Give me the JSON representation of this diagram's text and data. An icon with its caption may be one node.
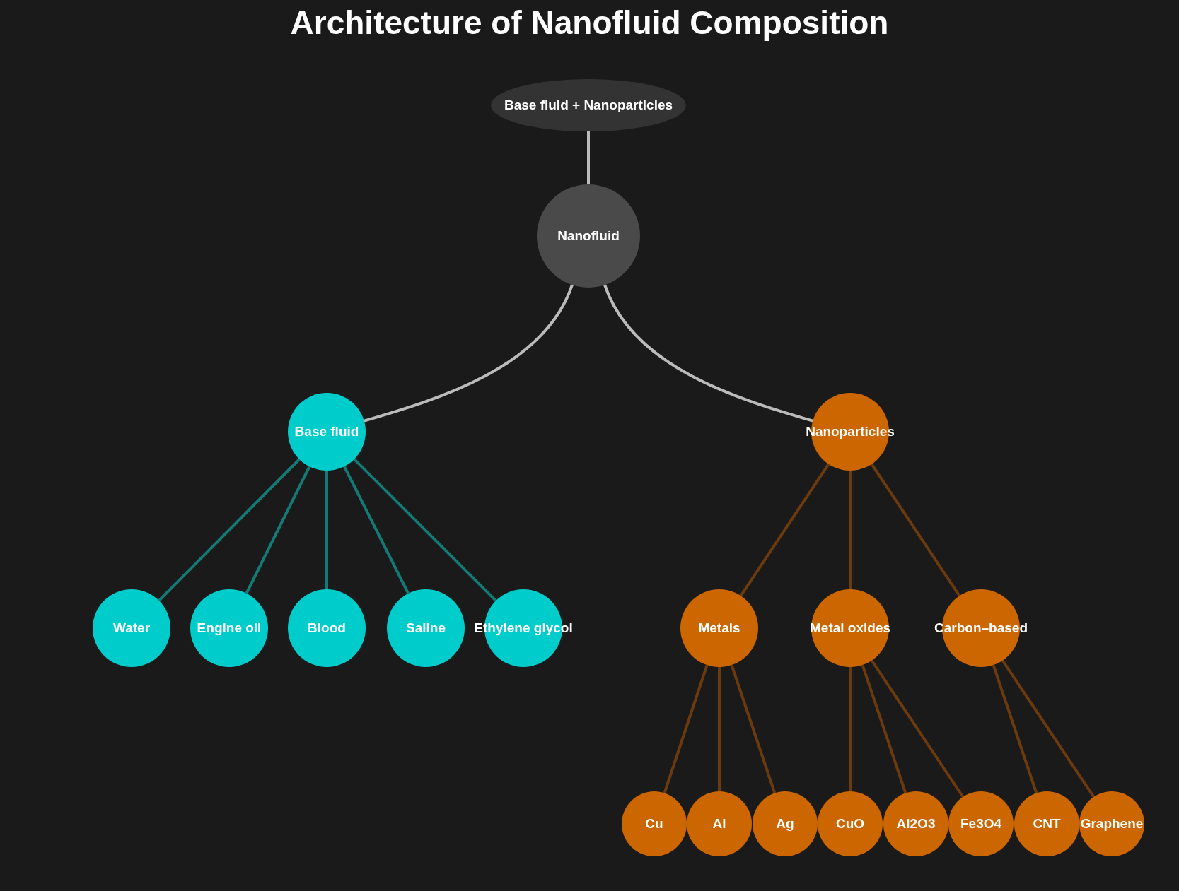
{
  "diagram": {
    "title": "Architecture of Nanofluid Composition",
    "nodes": [
      {
        "text": [
          "Base fluid + Nanoparticles"
        ]
      },
      {
        "text": [
          "Nanofluid"
        ]
      },
      {
        "text": [
          "Base fluid"
        ]
      },
      {
        "text": [
          "Nanoparticles"
        ]
      },
      {
        "text": [
          "Water"
        ]
      },
      {
        "text": [
          "Engine oil"
        ]
      },
      {
        "text": [
          "Blood"
        ]
      },
      {
        "text": [
          "Saline"
        ]
      },
      {
        "text": [
          "Ethylene glycol"
        ]
      },
      {
        "text": [
          "Metals"
        ]
      },
      {
        "text": [
          "Metal oxides"
        ]
      },
      {
        "text": [
          "Carbon–based"
        ]
      },
      {
        "text": [
          "Cu"
        ]
      },
      {
        "text": [
          "Al"
        ]
      },
      {
        "text": [
          "Ag"
        ]
      },
      {
        "text": [
          "CuO"
        ]
      },
      {
        "text": [
          "Al2O3"
        ]
      },
      {
        "text": [
          "Fe3O4"
        ]
      },
      {
        "text": [
          "CNT"
        ]
      },
      {
        "text": [
          "Graphene"
        ]
      }
    ],
    "edges": [
      {
        "from": 0,
        "to": 1,
        "arrow": "none",
        "color": "#bbbbbb"
      },
      {
        "from": 1,
        "to": 2,
        "arrow": "none",
        "color": "#bbbbbb"
      },
      {
        "from": 1,
        "to": 3,
        "arrow": "none",
        "color": "#bbbbbb"
      },
      {
        "from": 2,
        "to": 4,
        "arrow": "none",
        "color": "#137a75"
      },
      {
        "from": 2,
        "to": 5,
        "arrow": "none",
        "color": "#137a75"
      },
      {
        "from": 2,
        "to": 6,
        "arrow": "none",
        "color": "#137a75"
      },
      {
        "from": 2,
        "to": 7,
        "arrow": "none",
        "color": "#137a75"
      },
      {
        "from": 2,
        "to": 8,
        "arrow": "none",
        "color": "#137a75"
      },
      {
        "from": 3,
        "to": 9,
        "arrow": "none"
      },
      {
        "from": 3,
        "to": 10,
        "arrow": "none"
      },
      {
        "from": 3,
        "to": 11,
        "arrow": "none"
      },
      {
        "from": 9,
        "to": 12,
        "arrow": "none"
      },
      {
        "from": 9,
        "to": 13,
        "arrow": "none"
      },
      {
        "from": 9,
        "to": 14,
        "arrow": "none"
      },
      {
        "from": 10,
        "to": 15,
        "arrow": "none"
      },
      {
        "from": 10,
        "to": 16,
        "arrow": "none"
      },
      {
        "from": 10,
        "to": 17,
        "arrow": "none"
      },
      {
        "from": 11,
        "to": 18,
        "arrow": "none"
      },
      {
        "from": 11,
        "to": 19,
        "arrow": "none"
      }
    ]
  }
}
